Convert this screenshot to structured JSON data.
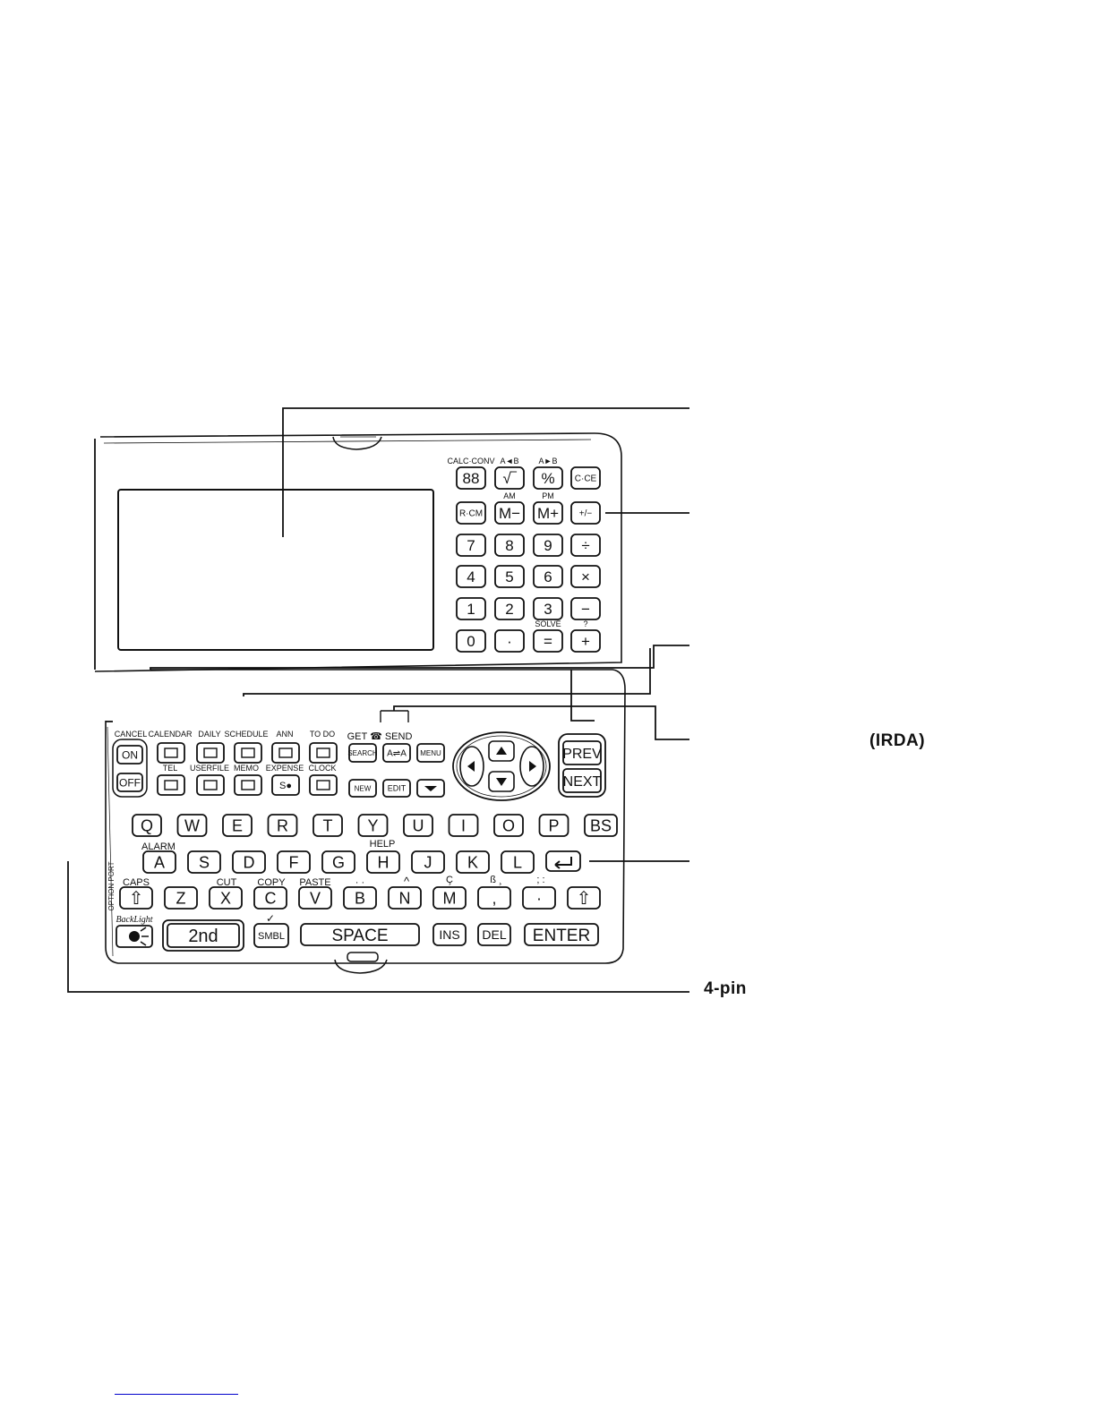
{
  "callouts": {
    "irda": "(IRDA)",
    "four_pin": "4-pin"
  },
  "calc_keys": {
    "row1_labels": [
      "CALC·CONV",
      "A◄B",
      "A►B",
      ""
    ],
    "row1": [
      "88",
      "√‾",
      "%",
      "C·CE"
    ],
    "row2_labels": [
      "",
      "AM",
      "PM",
      ""
    ],
    "row2": [
      "R·CM",
      "M−",
      "M+",
      "+/−"
    ],
    "row3": [
      "7",
      "8",
      "9",
      "÷"
    ],
    "row4": [
      "4",
      "5",
      "6",
      "×"
    ],
    "row5": [
      "1",
      "2",
      "3",
      "−"
    ],
    "row6_labels": [
      "",
      "",
      "SOLVE",
      "?"
    ],
    "row6": [
      "0",
      "·",
      "=",
      "+"
    ]
  },
  "function_keys": {
    "top_labels": [
      "CANCEL",
      "CALENDAR",
      "DAILY",
      "SCHEDULE",
      "ANN",
      "TO DO"
    ],
    "bottom_labels": [
      "TEL",
      "USERFILE",
      "MEMO",
      "EXPENSE",
      "CLOCK"
    ],
    "on": "ON",
    "off": "OFF",
    "expense_icon": "S●",
    "get_send": "GET ☎ SEND",
    "search": "SEARCH",
    "a_a": "A⇌A",
    "menu": "MENU",
    "new": "NEW",
    "edit": "EDIT",
    "prev": "PREV",
    "next": "NEXT"
  },
  "keyboard": {
    "row1": [
      "Q",
      "W",
      "E",
      "R",
      "T",
      "Y",
      "U",
      "I",
      "O",
      "P",
      "BS"
    ],
    "row2": [
      "A",
      "S",
      "D",
      "F",
      "G",
      "H",
      "J",
      "K",
      "L"
    ],
    "row2_labels": {
      "alarm": "ALARM",
      "help": "HELP"
    },
    "row3": [
      "Z",
      "X",
      "C",
      "V",
      "B",
      "N",
      "M",
      ",",
      "·"
    ],
    "row3_labels": {
      "caps": "CAPS",
      "cut": "CUT",
      "copy": "COPY",
      "paste": "PASTE",
      "b_sym": "· ·",
      "n_sym": "^",
      "m_sym": "Ç",
      "comma_sym": "ß ¸",
      "dot_sym": "; :"
    },
    "option_port": "OPTION PORT",
    "backlight": "BackLight",
    "second": "2nd",
    "smbl": "SMBL",
    "smbl_mark": "✓",
    "space": "SPACE",
    "ins": "INS",
    "del": "DEL",
    "enter": "ENTER"
  }
}
